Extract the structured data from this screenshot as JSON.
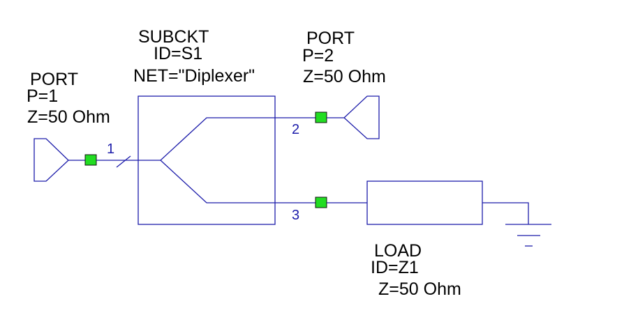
{
  "colors": {
    "wire": "#1c1caa",
    "node_fill": "#22dd22",
    "text": "#000000",
    "background": "#ffffff"
  },
  "port1": {
    "title": "PORT",
    "p": "P=1",
    "z": "Z=50 Ohm"
  },
  "subckt": {
    "title": "SUBCKT",
    "id": "ID=S1",
    "net": "NET=\"Diplexer\""
  },
  "port2": {
    "title": "PORT",
    "p": "P=2",
    "z": "Z=50 Ohm"
  },
  "load": {
    "title": "LOAD",
    "id": "ID=Z1",
    "z": "Z=50 Ohm"
  },
  "pins": {
    "pin1": "1",
    "pin2": "2",
    "pin3": "3"
  },
  "symbols": {
    "ground": "ground-icon",
    "port": "port-triangle-icon"
  }
}
